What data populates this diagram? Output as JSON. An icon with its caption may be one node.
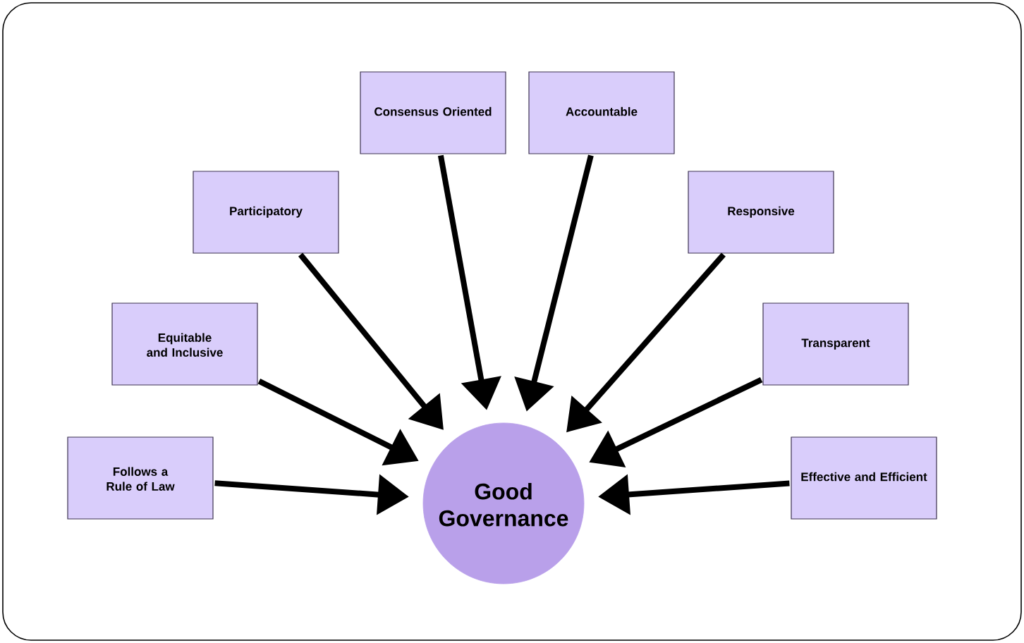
{
  "diagram": {
    "nodes": [
      {
        "text": [
          "Good Governance"
        ]
      },
      {
        "text": [
          "Follows a Rule of Law"
        ]
      },
      {
        "text": [
          "Equitable and Inclusive"
        ]
      },
      {
        "text": [
          "Participatory"
        ]
      },
      {
        "text": [
          "Consensus Oriented"
        ]
      },
      {
        "text": [
          "Accountable"
        ]
      },
      {
        "text": [
          "Responsive"
        ]
      },
      {
        "text": [
          "Transparent"
        ]
      },
      {
        "text": [
          "Effective and Efficient"
        ]
      }
    ],
    "edges": [
      {
        "from": 1,
        "to": 0,
        "arrow": "to"
      },
      {
        "from": 2,
        "to": 0,
        "arrow": "to"
      },
      {
        "from": 3,
        "to": 0,
        "arrow": "to"
      },
      {
        "from": 4,
        "to": 0,
        "arrow": "to"
      },
      {
        "from": 5,
        "to": 0,
        "arrow": "to"
      },
      {
        "from": 6,
        "to": 0,
        "arrow": "to"
      },
      {
        "from": 7,
        "to": 0,
        "arrow": "to"
      },
      {
        "from": 8,
        "to": 0,
        "arrow": "to"
      }
    ]
  }
}
